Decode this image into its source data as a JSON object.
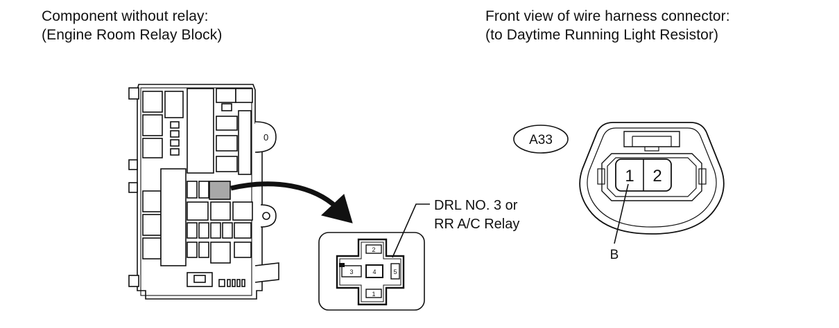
{
  "left_caption": {
    "line1": "Component without relay:",
    "line2": "(Engine Room Relay Block)"
  },
  "right_caption": {
    "line1": "Front view of wire harness connector:",
    "line2": "(to Daytime Running Light Resistor)"
  },
  "relay_block": {
    "side_mark": "0",
    "relay_label_line1": "DRL NO. 3 or",
    "relay_label_line2": "RR A/C Relay",
    "highlight_color": "#a8a8a8"
  },
  "relay_socket": {
    "terminals": [
      "2",
      "3",
      "4",
      "5",
      "1"
    ]
  },
  "harness_connector": {
    "connector_code": "A33",
    "pins": [
      "1",
      "2"
    ],
    "pin_callout": "B"
  }
}
